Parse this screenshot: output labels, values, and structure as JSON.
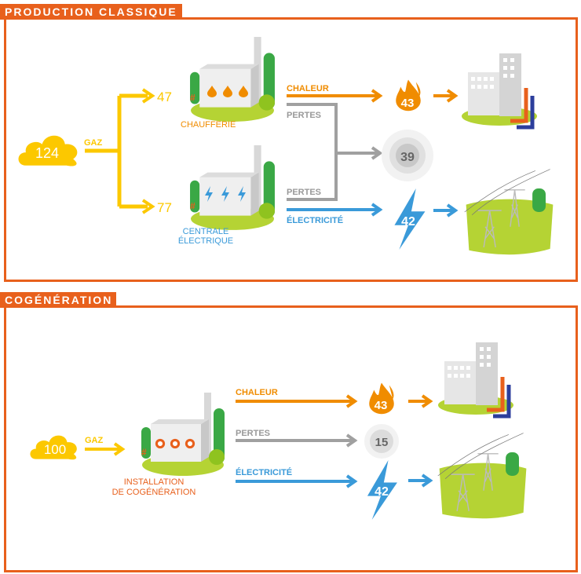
{
  "colors": {
    "frame": "#e8601c",
    "gas": "#fcc800",
    "heat": "#f08c00",
    "loss": "#a0a0a0",
    "electricity": "#3a9ad9",
    "ground": "#b5d334",
    "tree": "#3aa845"
  },
  "classic": {
    "title": "PRODUCTION CLASSIQUE",
    "gas_total": "124",
    "gas_label": "GAZ",
    "branch_heat": "47",
    "branch_elec": "77",
    "boiler_label": "CHAUFFERIE",
    "plant_label_1": "CENTRALE",
    "plant_label_2": "ÉLECTRIQUE",
    "heat_label": "CHALEUR",
    "loss_label_top": "PERTES",
    "loss_label_bottom": "PERTES",
    "elec_label": "ÉLECTRICITÉ",
    "heat_value": "43",
    "loss_value": "39",
    "elec_value": "42"
  },
  "cogen": {
    "title": "COGÉNÉRATION",
    "gas_total": "100",
    "gas_label": "GAZ",
    "plant_label_1": "INSTALLATION",
    "plant_label_2": "DE COGÉNÉRATION",
    "heat_label": "CHALEUR",
    "loss_label": "PERTES",
    "elec_label": "ÉLECTRICITÉ",
    "heat_value": "43",
    "loss_value": "15",
    "elec_value": "42"
  }
}
